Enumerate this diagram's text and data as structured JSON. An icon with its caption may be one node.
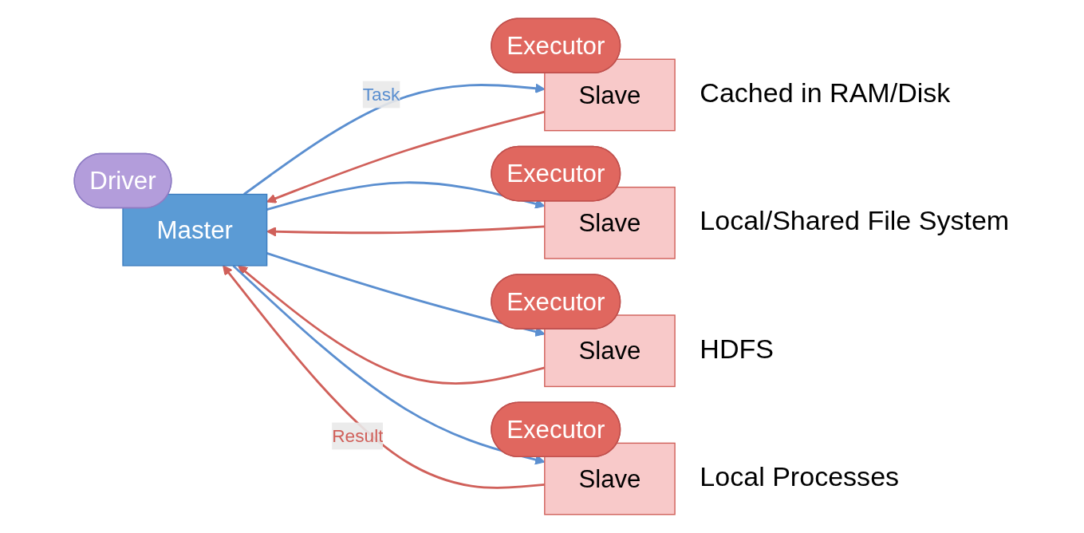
{
  "diagram": {
    "nodes": [
      {
        "text": [
          "Driver"
        ]
      },
      {
        "text": [
          "Master"
        ]
      },
      {
        "text": [
          "Executor"
        ]
      },
      {
        "text": [
          "Slave"
        ],
        "beside": [
          "Cached in RAM/Disk"
        ]
      },
      {
        "text": [
          "Executor"
        ]
      },
      {
        "text": [
          "Slave"
        ],
        "beside": [
          "Local/Shared File System"
        ]
      },
      {
        "text": [
          "Executor"
        ]
      },
      {
        "text": [
          "Slave"
        ],
        "beside": [
          "HDFS"
        ]
      },
      {
        "text": [
          "Executor"
        ]
      },
      {
        "text": [
          "Slave"
        ],
        "beside": [
          "Local Processes"
        ]
      }
    ],
    "edges": [
      {
        "from": 1,
        "to": 3,
        "arrow": "to",
        "label": "Task",
        "color": "#5b8fd0"
      },
      {
        "from": 3,
        "to": 1,
        "arrow": "to",
        "color": "#d0605a"
      },
      {
        "from": 1,
        "to": 5,
        "arrow": "to",
        "color": "#5b8fd0"
      },
      {
        "from": 5,
        "to": 1,
        "arrow": "to",
        "color": "#d0605a"
      },
      {
        "from": 1,
        "to": 7,
        "arrow": "to",
        "color": "#5b8fd0"
      },
      {
        "from": 7,
        "to": 1,
        "arrow": "to",
        "color": "#d0605a"
      },
      {
        "from": 1,
        "to": 9,
        "arrow": "to",
        "color": "#5b8fd0"
      },
      {
        "from": 9,
        "to": 1,
        "arrow": "to",
        "label": "Result",
        "color": "#d0605a"
      }
    ]
  }
}
